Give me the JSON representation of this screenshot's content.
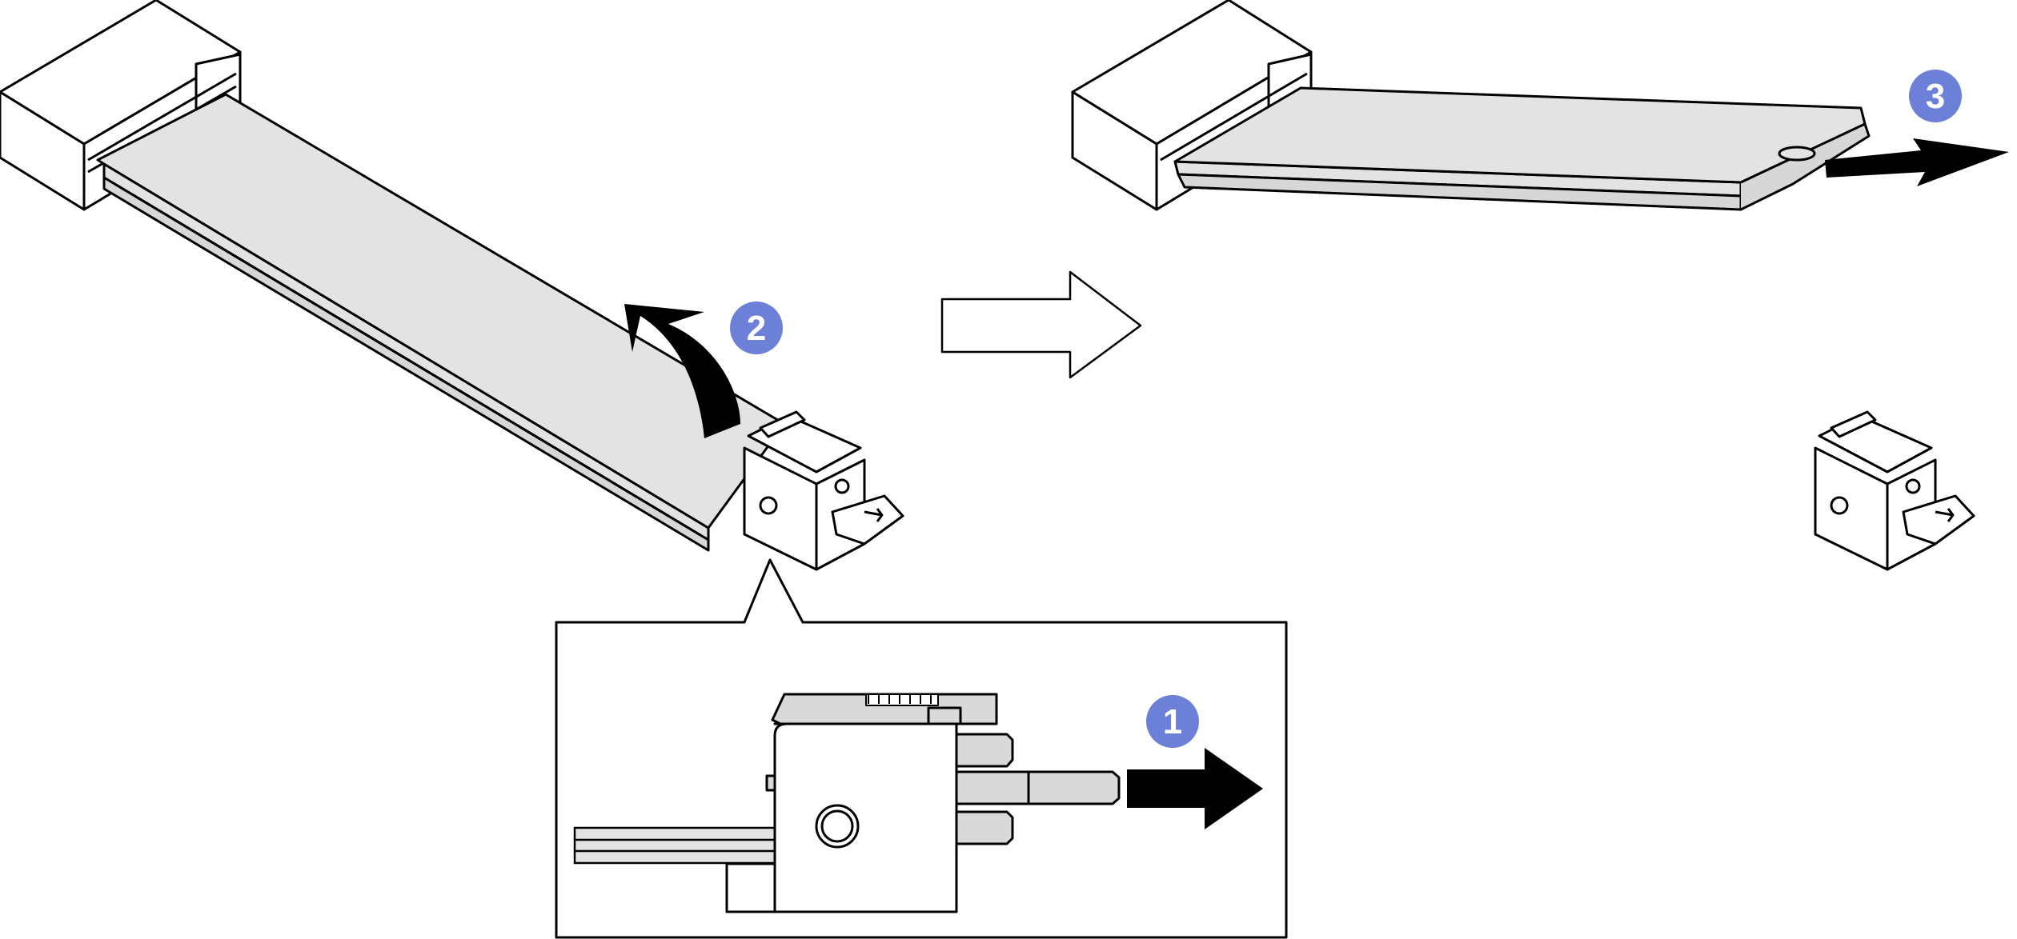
{
  "figure": {
    "step_badges": [
      {
        "label": "1",
        "color": "#6b80d6"
      },
      {
        "label": "2",
        "color": "#6b80d6"
      },
      {
        "label": "3",
        "color": "#6b80d6"
      }
    ],
    "colors": {
      "board_fill": "#e3e3e3",
      "board_edge": "#000000",
      "arrow_fill": "#000000",
      "transition_arrow_fill": "#ffffff",
      "callout_border": "#000000"
    },
    "icons": [
      "m2-connector",
      "m2-drive",
      "retainer-latch",
      "pull-arrow",
      "rotate-arrow",
      "transition-arrow",
      "detail-callout"
    ]
  }
}
